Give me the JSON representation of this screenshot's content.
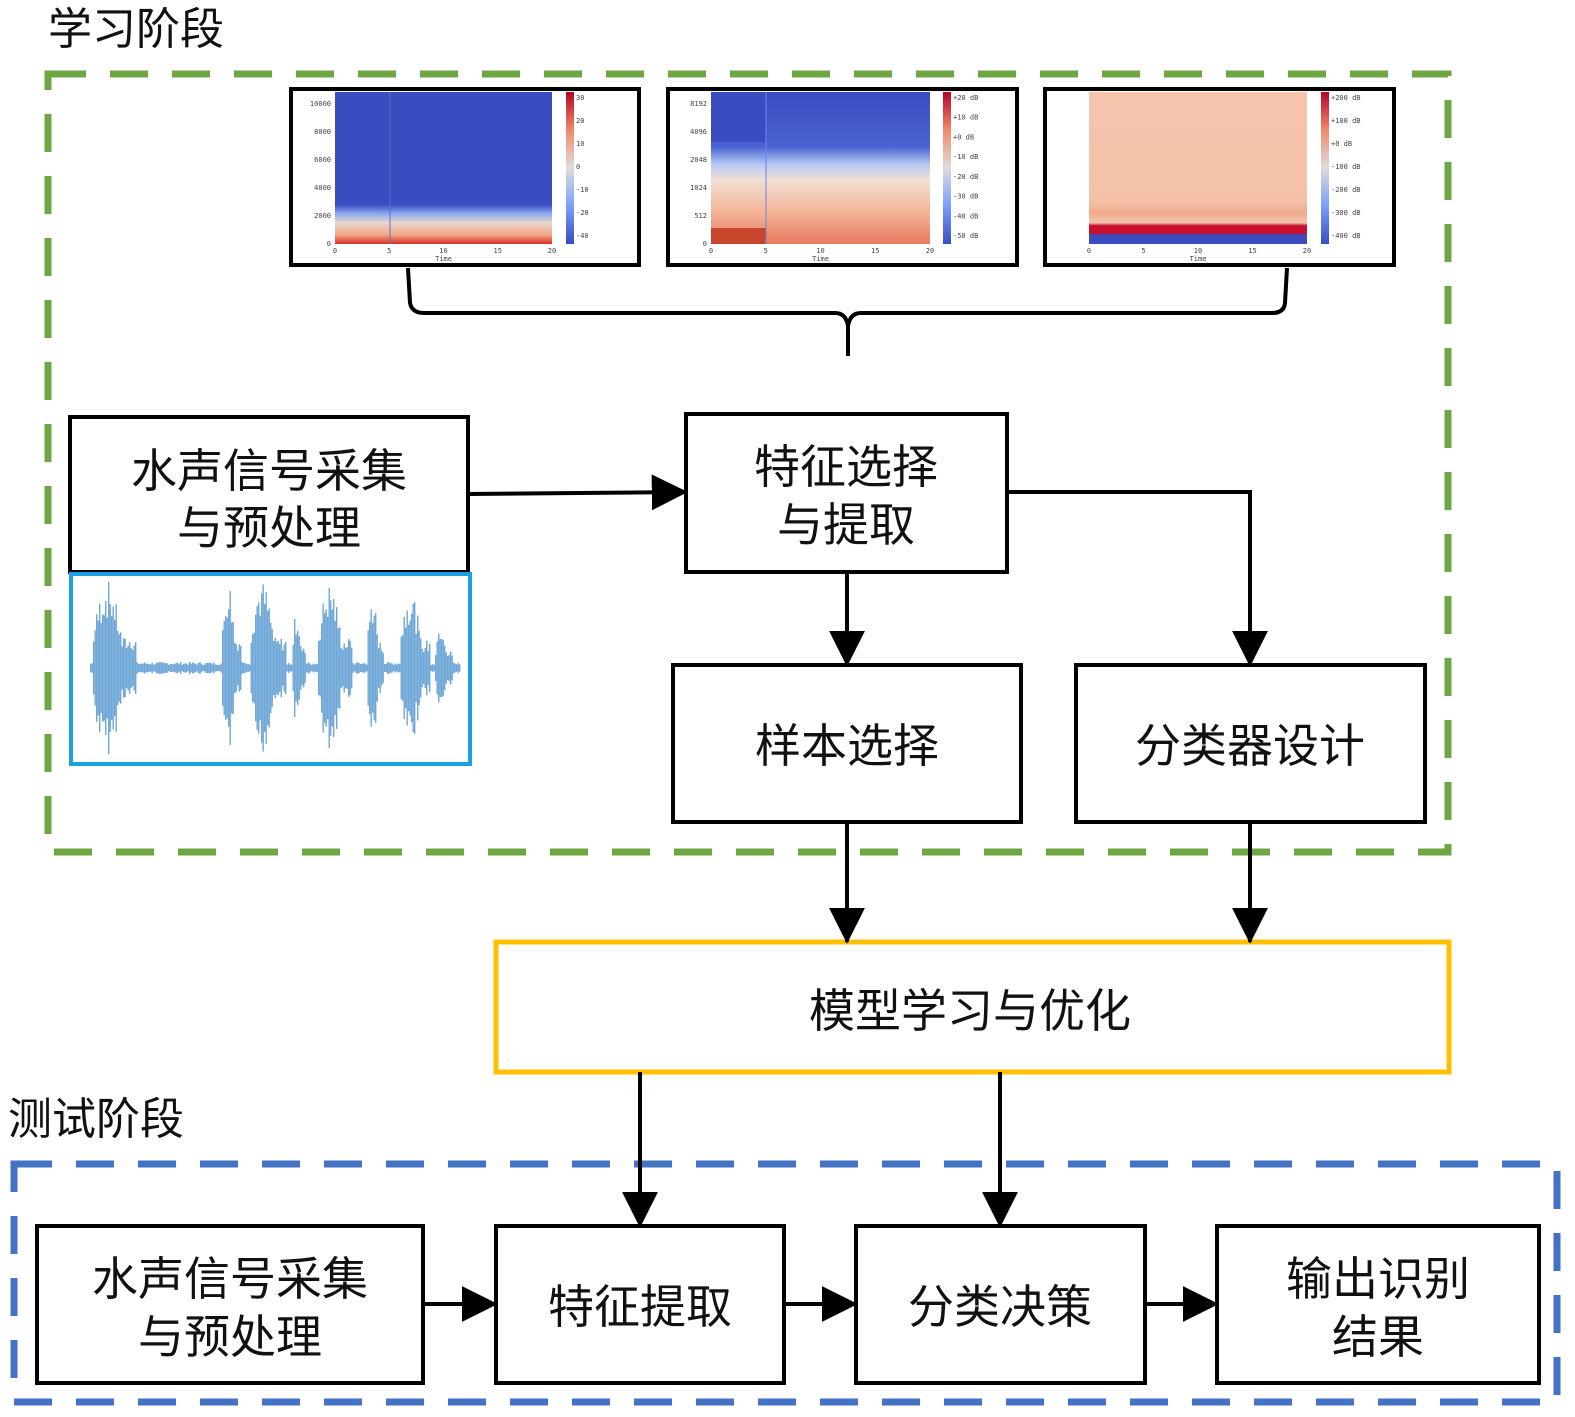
{
  "learning_stage": {
    "label": "学习阶段"
  },
  "test_stage": {
    "label": "测试阶段"
  },
  "learn_boxes": {
    "acq_line1": "水声信号采集",
    "acq_line2": "与预处理",
    "feat_line1": "特征选择",
    "feat_line2": "与提取",
    "sample": "样本选择",
    "classifier": "分类器设计"
  },
  "model_box": {
    "label": "模型学习与优化"
  },
  "test_boxes": {
    "acq_line1": "水声信号采集",
    "acq_line2": "与预处理",
    "feat": "特征提取",
    "decision": "分类决策",
    "output_line1": "输出识别",
    "output_line2": "结果"
  },
  "spectrograms": [
    {
      "yticks": [
        "10000",
        "8000",
        "6000",
        "4000",
        "2000",
        "0"
      ],
      "xticks": [
        "0",
        "5",
        "10",
        "15",
        "20"
      ],
      "xlabel": "Time",
      "cbticks": [
        "30",
        "20",
        "10",
        "0",
        "-10",
        "-20",
        "-40"
      ]
    },
    {
      "yticks": [
        "8192",
        "4096",
        "2048",
        "1024",
        "512",
        "0"
      ],
      "xticks": [
        "0",
        "5",
        "10",
        "15",
        "20"
      ],
      "xlabel": "Time",
      "cbticks": [
        "+20 dB",
        "+10 dB",
        "+0 dB",
        "-10 dB",
        "-20 dB",
        "-30 dB",
        "-40 dB",
        "-50 dB"
      ]
    },
    {
      "yticks": [],
      "xticks": [
        "0",
        "5",
        "10",
        "15",
        "20"
      ],
      "xlabel": "Time",
      "cbticks": [
        "+200 dB",
        "+100 dB",
        "+0 dB",
        "-100 dB",
        "-200 dB",
        "-300 dB",
        "-400 dB"
      ]
    }
  ],
  "colors": {
    "learning_border": "#6fa644",
    "test_border": "#4472c4",
    "model_border": "#ffc000",
    "waveform_border": "#1ba1e2",
    "waveform_fill": "#6fa8d6",
    "spec_low": "#3b4cc0",
    "spec_high": "#d73027"
  }
}
